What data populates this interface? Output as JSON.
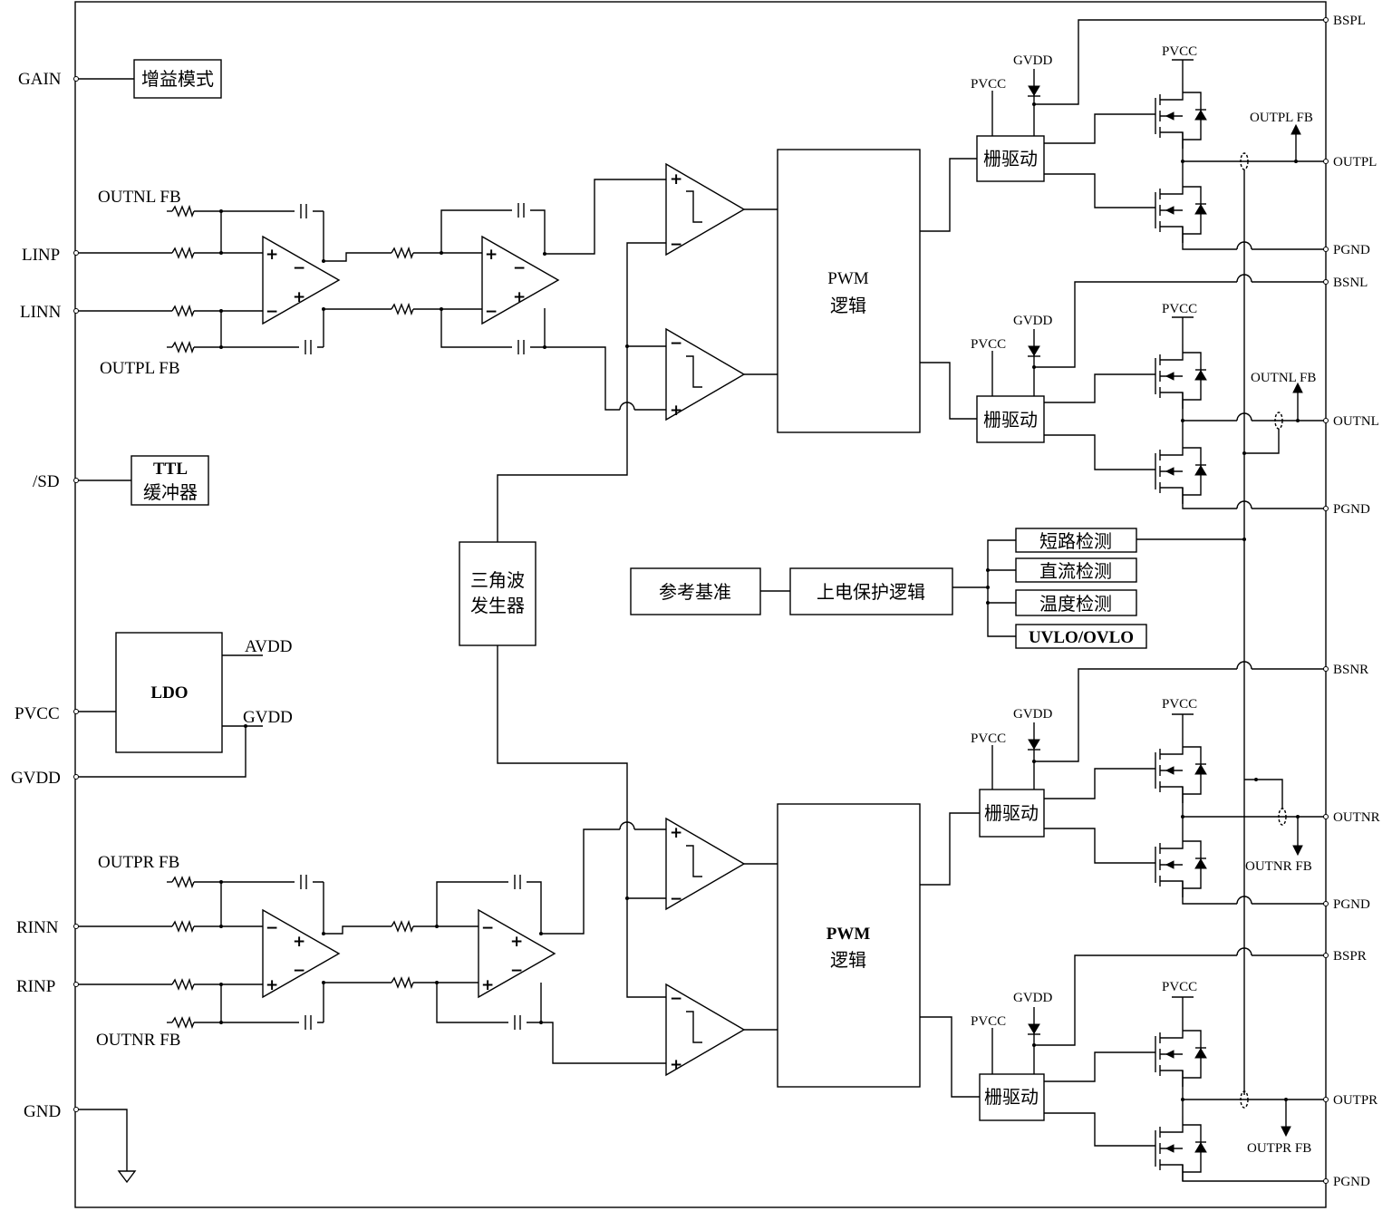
{
  "left_pins": {
    "gain": "GAIN",
    "linp": "LINP",
    "linn": "LINN",
    "sd": "/SD",
    "pvcc": "PVCC",
    "gvdd": "GVDD",
    "rinn": "RINN",
    "rinp": "RINP",
    "gnd": "GND"
  },
  "right_pins": {
    "bspl": "BSPL",
    "outpl": "OUTPL",
    "pgnd1": "PGND",
    "bsnl": "BSNL",
    "outnl": "OUTNL",
    "pgnd2": "PGND",
    "bsnr": "BSNR",
    "outnr": "OUTNR",
    "pgnd3": "PGND",
    "bspr": "BSPR",
    "outpr": "OUTPR",
    "pgnd4": "PGND"
  },
  "feedback_labels": {
    "outnl_fb_in": "OUTNL FB",
    "outpl_fb_in": "OUTPL FB",
    "outpr_fb_in": "OUTPR FB",
    "outnr_fb_in": "OUTNR FB",
    "outpl_fb_out": "OUTPL FB",
    "outnl_fb_out": "OUTNL FB",
    "outnr_fb_out": "OUTNR FB",
    "outpr_fb_out": "OUTPR FB"
  },
  "blocks": {
    "gain_mode": "增益模式",
    "ttl_title": "TTL",
    "ttl_sub": "缓冲器",
    "ldo": "LDO",
    "avdd": "AVDD",
    "gvdd": "GVDD",
    "triangle_1": "三角波",
    "triangle_2": "发生器",
    "pwm_top_1": "PWM",
    "pwm_top_2": "逻辑",
    "pwm_bot_1": "PWM",
    "pwm_bot_2": "逻辑",
    "reference": "参考基准",
    "power_on": "上电保护逻辑",
    "short": "短路检测",
    "dc": "直流检测",
    "temp": "温度检测",
    "uvlo": "UVLO/OVLO",
    "gate_driver": "栅驱动"
  },
  "supply_labels": {
    "pvcc": "PVCC",
    "gvdd": "GVDD"
  }
}
